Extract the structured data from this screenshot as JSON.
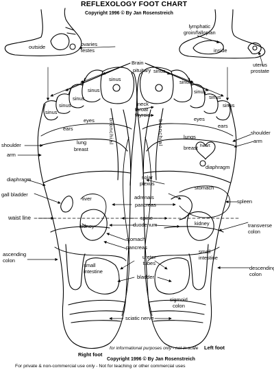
{
  "title": "REFLEXOLOGY FOOT CHART",
  "copyright_top": "Copyright 1996 © By Jan Rosenstreich",
  "copyright_bottom": "Copyright 1996 © By Jan Rosenstreich",
  "usage_note": "For private & non-commercial use only - Not for teaching or other commercial uses",
  "scale_note": "for informational purposes only - not in scale",
  "right_foot": "Right foot",
  "left_foot": "Left foot",
  "labels": {
    "outside": "outside",
    "ovaries_testes": "ovaries\ntestes",
    "lymphatic": "lymphatic\ngroin/fallopian",
    "inside": "inside",
    "uterus_prostate": "uterus\nprostate",
    "brain": "Brain",
    "pituitary": "pituitary",
    "sinus": "sinus",
    "neck": "neck",
    "throat": "throat",
    "thyroid": "thyroid",
    "eyes": "eyes",
    "ears": "ears",
    "bronchial": "bronchial",
    "lung": "lung",
    "breast": "breast",
    "lungs": "lungs",
    "heart": "heart",
    "shoulder": "shoulder",
    "arm": "arm",
    "diaphragm": "diaphragm",
    "solar_plexus": "solar\nplexus",
    "stomach": "stomach",
    "gall_bladder": "gall bladder",
    "liver": "liver",
    "adrenals": "adrenals",
    "pancreas": "pancreas",
    "spleen": "spleen",
    "waist_line": "waist line",
    "spine": "spine",
    "kidney": "kidney",
    "duodenum": "duodenum",
    "transverse_colon": "transverse\ncolon",
    "ascending_colon": "ascending\ncolon",
    "small_intestine": "small\nintestine",
    "ureter_tubes": "ureter\ntubes",
    "bladder": "bladder",
    "descending_colon": "descending\ncolon",
    "sigmoid_colon": "sigmoid\ncolon",
    "sciatic_nerve": "sciatic nerve"
  }
}
